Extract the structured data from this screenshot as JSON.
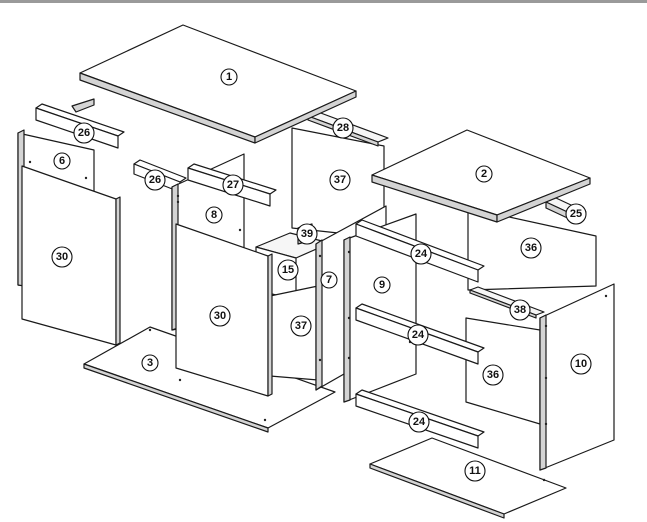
{
  "diagram": {
    "labels": [
      "1",
      "2",
      "3",
      "6",
      "7",
      "8",
      "9",
      "10",
      "11",
      "15",
      "24",
      "24",
      "24",
      "25",
      "26",
      "26",
      "27",
      "28",
      "30",
      "30",
      "36",
      "36",
      "37",
      "37",
      "38",
      "39"
    ]
  }
}
